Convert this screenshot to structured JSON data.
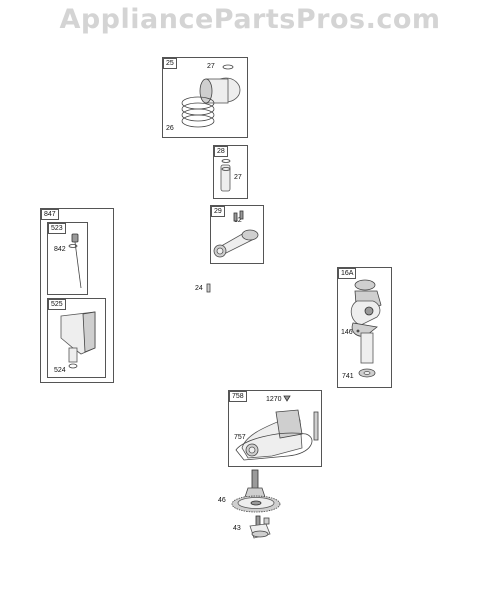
{
  "watermark": "AppliancePartsPros.com",
  "callouts": {
    "box25": "25",
    "p27a": "27",
    "p26": "26",
    "box28": "28",
    "p27b": "27",
    "box29": "29",
    "p32": "32",
    "box847": "847",
    "box523": "523",
    "p842": "842",
    "box525": "525",
    "p524": "524",
    "p24": "24",
    "box16a": "16A",
    "p146": "146",
    "p741": "741",
    "box758": "758",
    "p1270": "1270",
    "p757": "757",
    "p46": "46",
    "p43": "43"
  }
}
